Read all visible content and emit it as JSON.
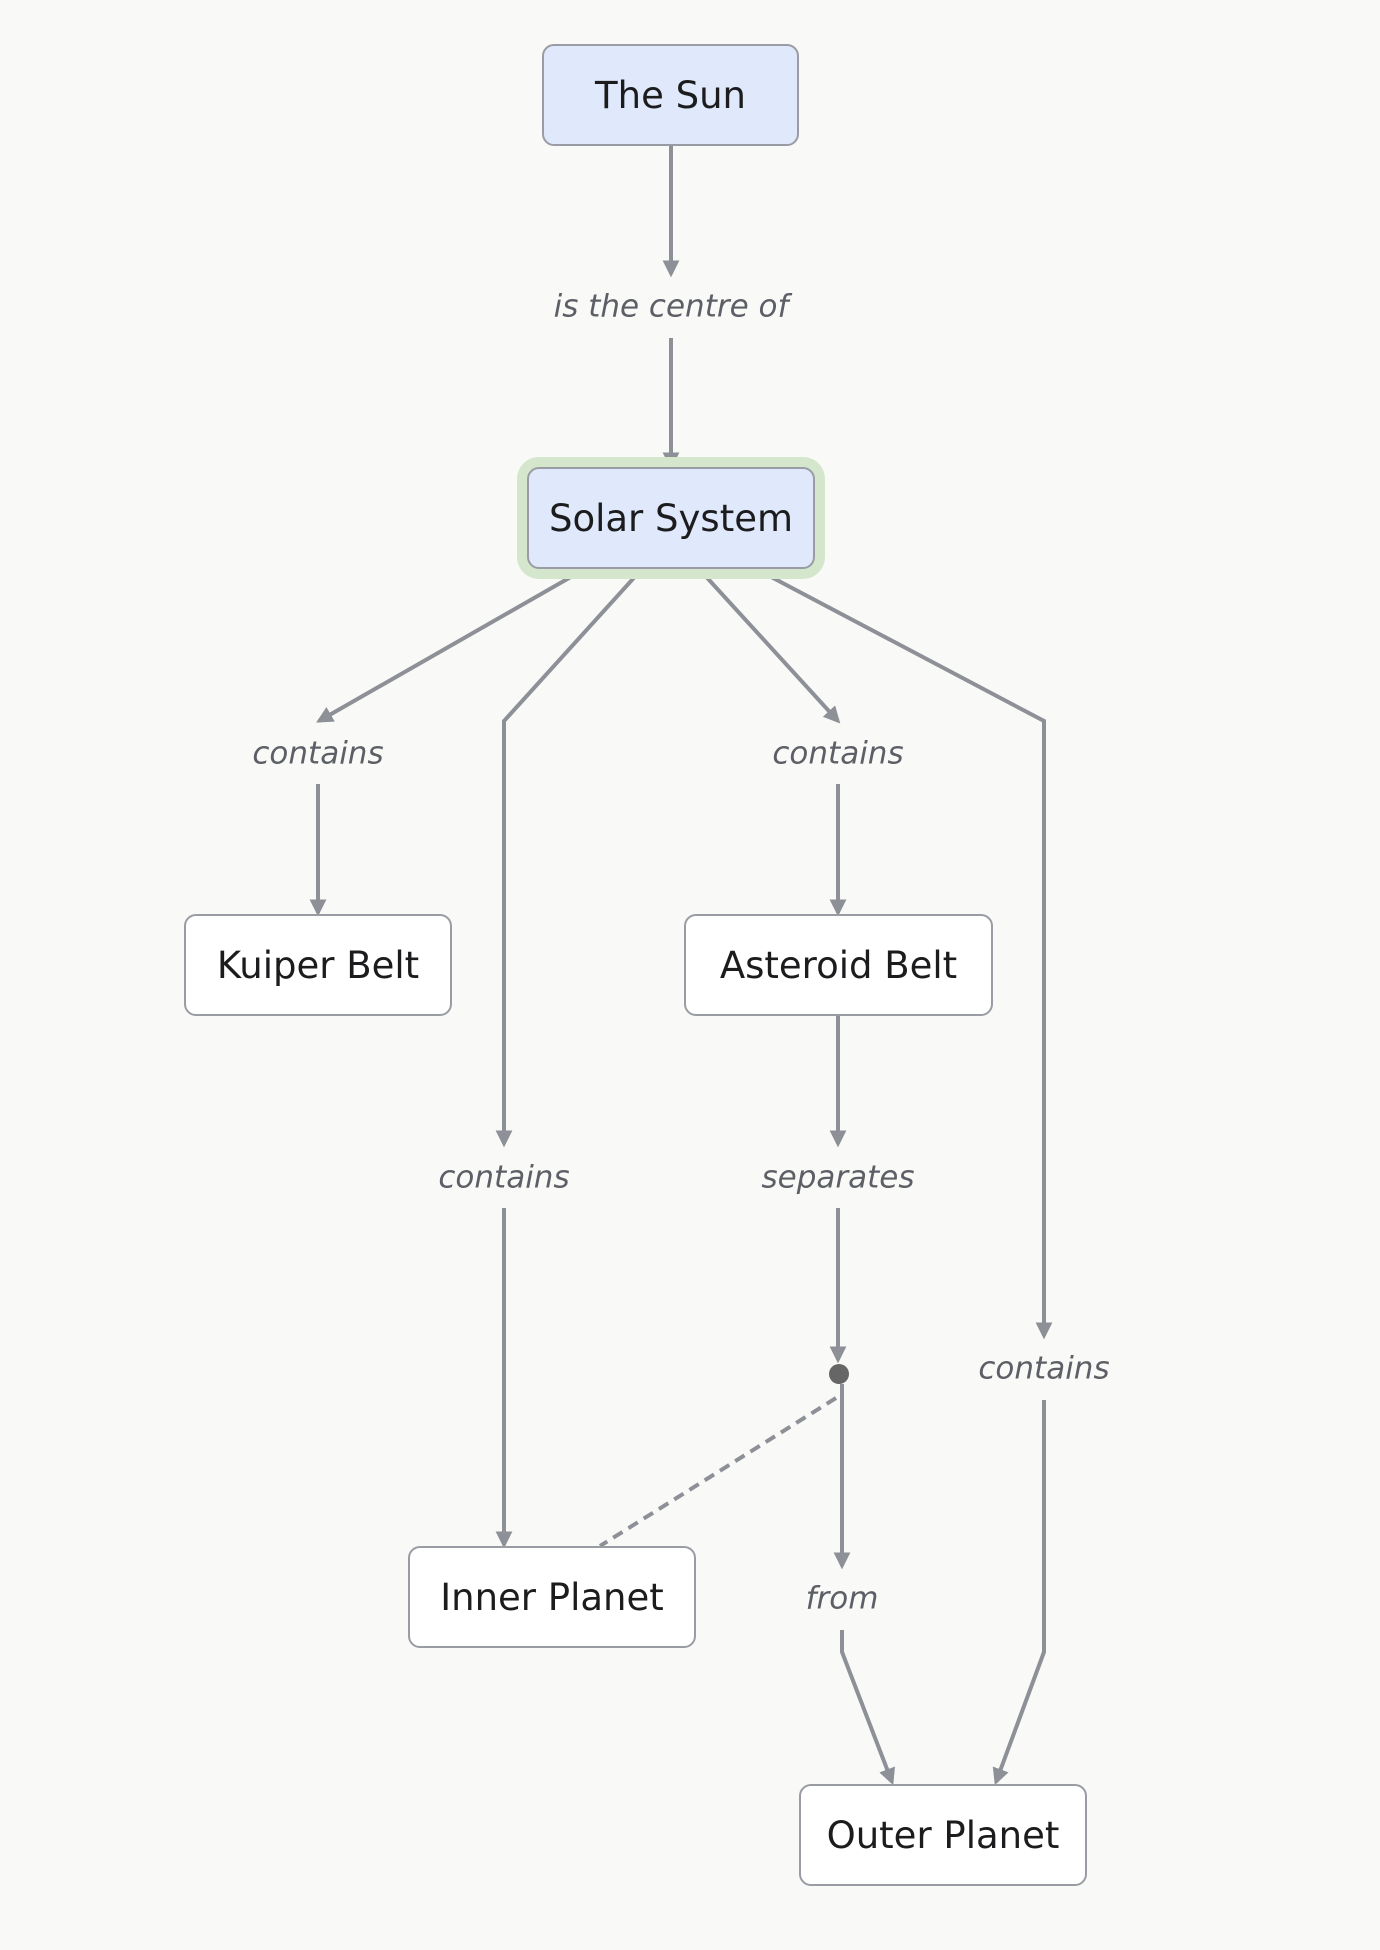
{
  "diagram": {
    "nodes": [
      {
        "id": "sun",
        "label": "The Sun",
        "style": "root"
      },
      {
        "id": "solar",
        "label": "Solar System",
        "style": "root-selected"
      },
      {
        "id": "kuiper",
        "label": "Kuiper Belt",
        "style": "plain"
      },
      {
        "id": "asteroid",
        "label": "Asteroid Belt",
        "style": "plain"
      },
      {
        "id": "inner",
        "label": "Inner Planet",
        "style": "plain"
      },
      {
        "id": "outer",
        "label": "Outer Planet",
        "style": "plain"
      }
    ],
    "edges": [
      {
        "id": "e1",
        "from": "sun",
        "to": "solar",
        "label": "is the centre of"
      },
      {
        "id": "e2",
        "from": "solar",
        "to": "kuiper",
        "label": "contains"
      },
      {
        "id": "e3",
        "from": "solar",
        "to": "inner",
        "label": "contains"
      },
      {
        "id": "e4",
        "from": "solar",
        "to": "asteroid",
        "label": "contains"
      },
      {
        "id": "e5",
        "from": "solar",
        "to": "outer",
        "label": "contains"
      },
      {
        "id": "e6",
        "from": "asteroid",
        "to": "junction",
        "label": "separates"
      },
      {
        "id": "e7",
        "from": "junction",
        "to": "outer",
        "label": "from"
      },
      {
        "id": "e8",
        "from": "junction",
        "to": "inner",
        "label": "",
        "style": "dashed"
      }
    ]
  },
  "colors": {
    "background": "#f9f9f7",
    "root_fill": "#dfe9fb",
    "node_fill": "#ffffff",
    "node_border": "#9a9ca3",
    "selection_glow": "#d4e7cd",
    "edge": "#8e9097",
    "edge_label": "#5d5f66",
    "junction": "#666666"
  }
}
